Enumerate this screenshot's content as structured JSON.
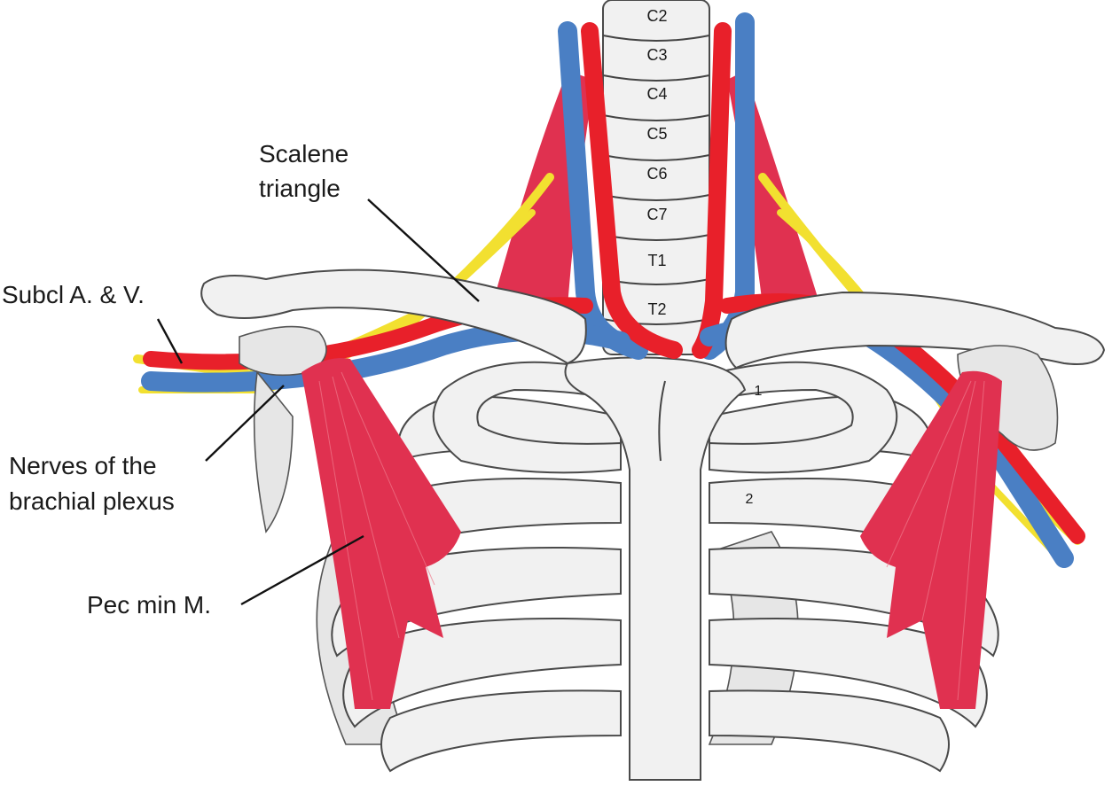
{
  "labels": {
    "scalene_line1": "Scalene",
    "scalene_line2": "triangle",
    "subcl": "Subcl A. & V.",
    "nerves_line1": "Nerves of the",
    "nerves_line2": "brachial plexus",
    "pec": "Pec min M."
  },
  "vertebrae": [
    "C2",
    "C3",
    "C4",
    "C5",
    "C6",
    "C7",
    "T1",
    "T2"
  ],
  "ribs": [
    "1",
    "2"
  ],
  "colors": {
    "artery": "#e8202a",
    "vein": "#4a7fc4",
    "nerve": "#f2e030",
    "muscle": "#e03150",
    "bone": "#f1f1f1"
  }
}
